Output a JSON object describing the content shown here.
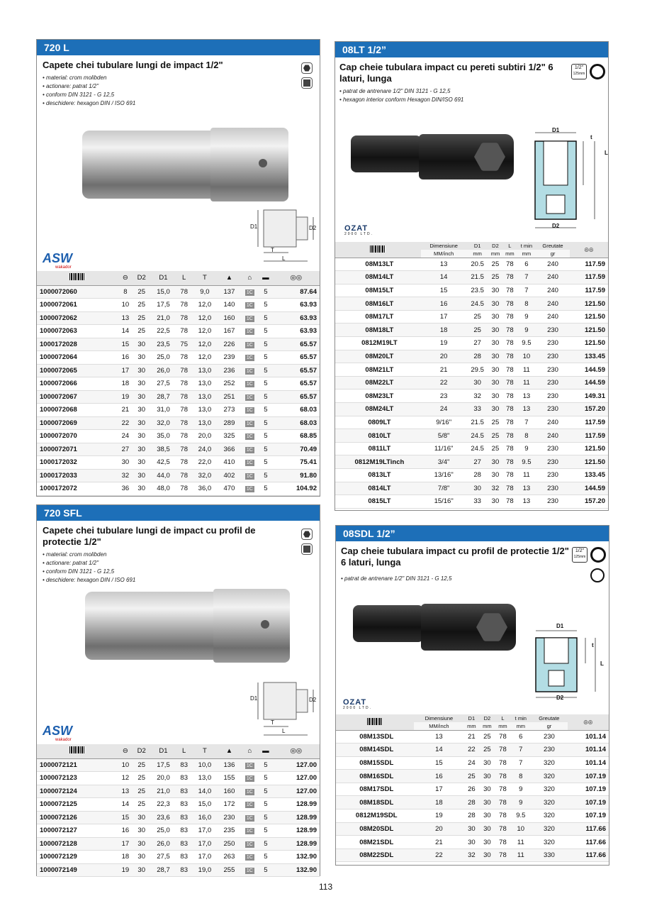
{
  "page_number": "113",
  "p1": {
    "header": "720 L",
    "title": "Capete chei tubulare lungi de impact 1/2\"",
    "bullets": [
      "material: crom molibden",
      "actionare: patrat 1/2\"",
      "conform DIN 3121 - G 12,5",
      "deschidere: hexagon DIN / ISO 691"
    ],
    "brand": "ASW",
    "brand_sub": "wakador",
    "diagram": {
      "d1": "D1",
      "d2": "D2",
      "t": "T",
      "l": "L"
    },
    "columns": [
      "",
      "⊖",
      "D2",
      "D1",
      "L",
      "T",
      "",
      "",
      "",
      ""
    ],
    "rows": [
      [
        "1000072060",
        "8",
        "25",
        "15,0",
        "78",
        "9,0",
        "137",
        "1C",
        "5",
        "87.64"
      ],
      [
        "1000072061",
        "10",
        "25",
        "17,5",
        "78",
        "12,0",
        "140",
        "1C",
        "5",
        "63.93"
      ],
      [
        "1000072062",
        "13",
        "25",
        "21,0",
        "78",
        "12,0",
        "160",
        "1C",
        "5",
        "63.93"
      ],
      [
        "1000072063",
        "14",
        "25",
        "22,5",
        "78",
        "12,0",
        "167",
        "1C",
        "5",
        "63.93"
      ],
      [
        "1000172028",
        "15",
        "30",
        "23,5",
        "75",
        "12,0",
        "226",
        "1C",
        "5",
        "65.57"
      ],
      [
        "1000072064",
        "16",
        "30",
        "25,0",
        "78",
        "12,0",
        "239",
        "1C",
        "5",
        "65.57"
      ],
      [
        "1000072065",
        "17",
        "30",
        "26,0",
        "78",
        "13,0",
        "236",
        "1C",
        "5",
        "65.57"
      ],
      [
        "1000072066",
        "18",
        "30",
        "27,5",
        "78",
        "13,0",
        "252",
        "1C",
        "5",
        "65.57"
      ],
      [
        "1000072067",
        "19",
        "30",
        "28,7",
        "78",
        "13,0",
        "251",
        "1C",
        "5",
        "65.57"
      ],
      [
        "1000072068",
        "21",
        "30",
        "31,0",
        "78",
        "13,0",
        "273",
        "1C",
        "5",
        "68.03"
      ],
      [
        "1000072069",
        "22",
        "30",
        "32,0",
        "78",
        "13,0",
        "289",
        "1C",
        "5",
        "68.03"
      ],
      [
        "1000072070",
        "24",
        "30",
        "35,0",
        "78",
        "20,0",
        "325",
        "1C",
        "5",
        "68.85"
      ],
      [
        "1000072071",
        "27",
        "30",
        "38,5",
        "78",
        "24,0",
        "366",
        "1C",
        "5",
        "70.49"
      ],
      [
        "1000172032",
        "30",
        "30",
        "42,5",
        "78",
        "22,0",
        "410",
        "1C",
        "5",
        "75.41"
      ],
      [
        "1000172033",
        "32",
        "30",
        "44,0",
        "78",
        "32,0",
        "402",
        "1C",
        "5",
        "91.80"
      ],
      [
        "1000172072",
        "36",
        "30",
        "48,0",
        "78",
        "36,0",
        "470",
        "1C",
        "5",
        "104.92"
      ]
    ]
  },
  "p2": {
    "header": "720 SFL",
    "title": "Capete chei tubulare lungi de impact cu profil de protectie 1/2\"",
    "bullets": [
      "material: crom molibden",
      "actionare: patrat 1/2\"",
      "conform DIN 3121 - G 12,5",
      "deschidere: hexagon DIN / ISO 691"
    ],
    "brand": "ASW",
    "brand_sub": "wakador",
    "diagram": {
      "d1": "D1",
      "d2": "D2",
      "t": "T",
      "l": "L"
    },
    "columns": [
      "",
      "⊖",
      "D2",
      "D1",
      "L",
      "T",
      "",
      "",
      "",
      ""
    ],
    "rows": [
      [
        "1000072121",
        "10",
        "25",
        "17,5",
        "83",
        "10,0",
        "136",
        "1C",
        "5",
        "127.00"
      ],
      [
        "1000072123",
        "12",
        "25",
        "20,0",
        "83",
        "13,0",
        "155",
        "1C",
        "5",
        "127.00"
      ],
      [
        "1000072124",
        "13",
        "25",
        "21,0",
        "83",
        "14,0",
        "160",
        "1C",
        "5",
        "127.00"
      ],
      [
        "1000072125",
        "14",
        "25",
        "22,3",
        "83",
        "15,0",
        "172",
        "1C",
        "5",
        "128.99"
      ],
      [
        "1000072126",
        "15",
        "30",
        "23,6",
        "83",
        "16,0",
        "230",
        "1C",
        "5",
        "128.99"
      ],
      [
        "1000072127",
        "16",
        "30",
        "25,0",
        "83",
        "17,0",
        "235",
        "1C",
        "5",
        "128.99"
      ],
      [
        "1000072128",
        "17",
        "30",
        "26,0",
        "83",
        "17,0",
        "250",
        "1C",
        "5",
        "128.99"
      ],
      [
        "1000072129",
        "18",
        "30",
        "27,5",
        "83",
        "17,0",
        "263",
        "1C",
        "5",
        "132.90"
      ],
      [
        "1000072149",
        "19",
        "30",
        "28,7",
        "83",
        "19,0",
        "255",
        "1C",
        "5",
        "132.90"
      ]
    ]
  },
  "p3": {
    "header": "08LT 1/2”",
    "title": "Cap cheie tubulara impact cu pereti subtiri 1/2\" 6 laturi, lunga",
    "bullets": [
      "patrat de antrenare 1/2\" DIN 3121 - G 12,5",
      "hexagon interior conform Hexagon DIN/ISO 691"
    ],
    "badge_top": "1/2\"",
    "badge_bot": "125mm",
    "brand": "OZAT",
    "brand_sub": "2000 LTD.",
    "diagram": {
      "d1": "D1",
      "d2": "D2",
      "t": "t",
      "l": "L"
    },
    "head1": [
      "Dimensiune",
      "D1",
      "D2",
      "L",
      "t min",
      "Greutate"
    ],
    "head2": [
      "MM/inch",
      "mm",
      "mm",
      "mm",
      "mm",
      "gr"
    ],
    "rows": [
      [
        "08M13LT",
        "13",
        "20.5",
        "25",
        "78",
        "6",
        "240",
        "117.59"
      ],
      [
        "08M14LT",
        "14",
        "21.5",
        "25",
        "78",
        "7",
        "240",
        "117.59"
      ],
      [
        "08M15LT",
        "15",
        "23.5",
        "30",
        "78",
        "7",
        "240",
        "117.59"
      ],
      [
        "08M16LT",
        "16",
        "24.5",
        "30",
        "78",
        "8",
        "240",
        "121.50"
      ],
      [
        "08M17LT",
        "17",
        "25",
        "30",
        "78",
        "9",
        "240",
        "121.50"
      ],
      [
        "08M18LT",
        "18",
        "25",
        "30",
        "78",
        "9",
        "230",
        "121.50"
      ],
      [
        "0812M19LT",
        "19",
        "27",
        "30",
        "78",
        "9.5",
        "230",
        "121.50"
      ],
      [
        "08M20LT",
        "20",
        "28",
        "30",
        "78",
        "10",
        "230",
        "133.45"
      ],
      [
        "08M21LT",
        "21",
        "29.5",
        "30",
        "78",
        "11",
        "230",
        "144.59"
      ],
      [
        "08M22LT",
        "22",
        "30",
        "30",
        "78",
        "11",
        "230",
        "144.59"
      ],
      [
        "08M23LT",
        "23",
        "32",
        "30",
        "78",
        "13",
        "230",
        "149.31"
      ],
      [
        "08M24LT",
        "24",
        "33",
        "30",
        "78",
        "13",
        "230",
        "157.20"
      ],
      [
        "0809LT",
        "9/16\"",
        "21.5",
        "25",
        "78",
        "7",
        "240",
        "117.59"
      ],
      [
        "0810LT",
        "5/8\"",
        "24.5",
        "25",
        "78",
        "8",
        "240",
        "117.59"
      ],
      [
        "0811LT",
        "11/16\"",
        "24.5",
        "25",
        "78",
        "9",
        "230",
        "121.50"
      ],
      [
        "0812M19LTinch",
        "3/4\"",
        "27",
        "30",
        "78",
        "9.5",
        "230",
        "121.50"
      ],
      [
        "0813LT",
        "13/16\"",
        "28",
        "30",
        "78",
        "11",
        "230",
        "133.45"
      ],
      [
        "0814LT",
        "7/8\"",
        "30",
        "32",
        "78",
        "13",
        "230",
        "144.59"
      ],
      [
        "0815LT",
        "15/16\"",
        "33",
        "30",
        "78",
        "13",
        "230",
        "157.20"
      ]
    ]
  },
  "p4": {
    "header": "08SDL 1/2”",
    "title": "Cap cheie tubulara impact cu profil de protectie 1/2\" 6 laturi, lunga",
    "bullets": [
      "patrat de antrenare 1/2\" DIN 3121 - G 12,5"
    ],
    "badge_top": "1/2\"",
    "badge_bot": "125mm",
    "brand": "OZAT",
    "brand_sub": "2000 LTD.",
    "diagram": {
      "d1": "D1",
      "d2": "D2",
      "t": "t",
      "l": "L"
    },
    "head1": [
      "Dimensiune",
      "D1",
      "D2",
      "L",
      "t min",
      "Greutate"
    ],
    "head2": [
      "MM/inch",
      "mm",
      "mm",
      "mm",
      "mm",
      "gr"
    ],
    "rows": [
      [
        "08M13SDL",
        "13",
        "21",
        "25",
        "78",
        "6",
        "230",
        "101.14"
      ],
      [
        "08M14SDL",
        "14",
        "22",
        "25",
        "78",
        "7",
        "230",
        "101.14"
      ],
      [
        "08M15SDL",
        "15",
        "24",
        "30",
        "78",
        "7",
        "320",
        "101.14"
      ],
      [
        "08M16SDL",
        "16",
        "25",
        "30",
        "78",
        "8",
        "320",
        "107.19"
      ],
      [
        "08M17SDL",
        "17",
        "26",
        "30",
        "78",
        "9",
        "320",
        "107.19"
      ],
      [
        "08M18SDL",
        "18",
        "28",
        "30",
        "78",
        "9",
        "320",
        "107.19"
      ],
      [
        "0812M19SDL",
        "19",
        "28",
        "30",
        "78",
        "9.5",
        "320",
        "107.19"
      ],
      [
        "08M20SDL",
        "20",
        "30",
        "30",
        "78",
        "10",
        "320",
        "117.66"
      ],
      [
        "08M21SDL",
        "21",
        "30",
        "30",
        "78",
        "11",
        "320",
        "117.66"
      ],
      [
        "08M22SDL",
        "22",
        "32",
        "30",
        "78",
        "11",
        "330",
        "117.66"
      ]
    ]
  }
}
